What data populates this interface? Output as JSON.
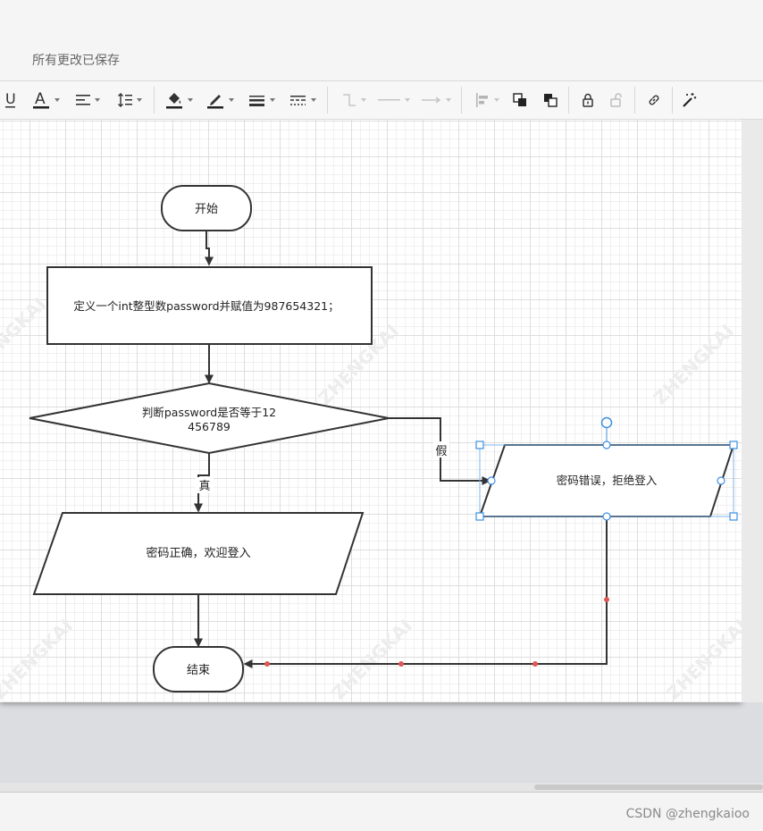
{
  "header": {
    "save_status": "所有更改已保存"
  },
  "toolbar": {
    "items": [
      {
        "name": "underline",
        "icon": "underline-icon",
        "text": "U"
      },
      {
        "name": "font-color",
        "icon": "font-color-icon",
        "text": "A"
      },
      {
        "name": "text-align",
        "icon": "align-left-icon"
      },
      {
        "name": "line-spacing",
        "icon": "line-spacing-icon"
      },
      {
        "name": "fill-color",
        "icon": "paint-bucket-icon"
      },
      {
        "name": "line-color",
        "icon": "pen-icon"
      },
      {
        "name": "line-width",
        "icon": "line-width-icon"
      },
      {
        "name": "line-style",
        "icon": "line-dash-icon"
      },
      {
        "name": "connector-type",
        "icon": "elbow-connector-icon"
      },
      {
        "name": "line-start",
        "icon": "line-start-icon"
      },
      {
        "name": "line-end",
        "icon": "arrow-end-icon"
      },
      {
        "name": "align",
        "icon": "align-objects-icon"
      },
      {
        "name": "bring-front",
        "icon": "bring-to-front-icon"
      },
      {
        "name": "send-back",
        "icon": "send-to-back-icon"
      },
      {
        "name": "lock",
        "icon": "lock-icon"
      },
      {
        "name": "unlock",
        "icon": "unlock-icon"
      },
      {
        "name": "link",
        "icon": "link-icon"
      },
      {
        "name": "magic",
        "icon": "magic-wand-icon"
      }
    ]
  },
  "diagram": {
    "watermark": "ZHENGKAI",
    "nodes": {
      "start": "开始",
      "define": "定义一个int整型数password并赋值为987654321；",
      "decision_line1": "判断password是否等于12",
      "decision_line2": "456789",
      "correct": "密码正确，欢迎登入",
      "error": "密码错误，拒绝登入",
      "end": "结束"
    },
    "edges": {
      "true_label": "真",
      "false_label": "假"
    },
    "colors": {
      "stroke": "#333333",
      "selection": "#3d8fe0",
      "waypoint": "#e05555"
    }
  },
  "footer": {
    "credit": "CSDN @zhengkaioo"
  }
}
